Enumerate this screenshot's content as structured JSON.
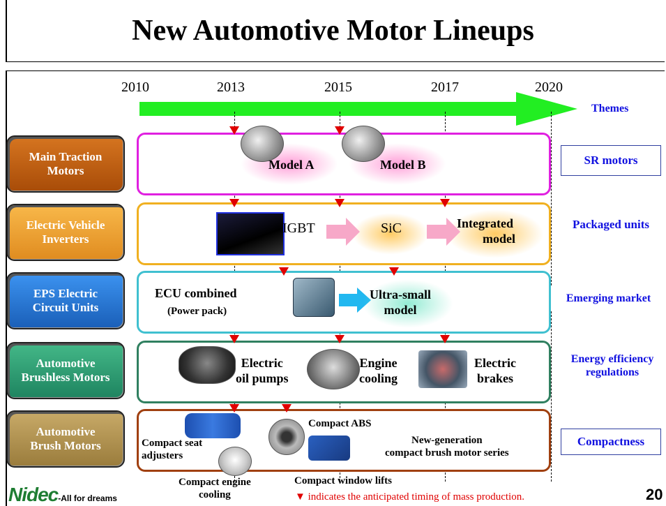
{
  "title": "New Automotive Motor Lineups",
  "timeline": {
    "years": [
      "2010",
      "2013",
      "2015",
      "2017",
      "2020"
    ],
    "themes_header": "Themes"
  },
  "rows": [
    {
      "category": [
        "Main Traction",
        "Motors"
      ],
      "theme": "SR motors",
      "color": "#c06010",
      "band_color": "#e020e0"
    },
    {
      "category": [
        "Electric Vehicle",
        "Inverters"
      ],
      "theme": "Packaged units",
      "color": "#f0a030",
      "band_color": "#f0b020"
    },
    {
      "category": [
        "EPS Electric",
        "Circuit Units"
      ],
      "theme": "Emerging market",
      "color": "#2a7dd8",
      "band_color": "#40c0d0"
    },
    {
      "category": [
        "Automotive",
        "Brushless Motors"
      ],
      "theme": [
        "Energy efficiency",
        "regulations"
      ],
      "color": "#30a070",
      "band_color": "#308060"
    },
    {
      "category": [
        "Automotive",
        "Brush Motors"
      ],
      "theme": "Compactness",
      "color": "#b09050",
      "band_color": "#a04010"
    }
  ],
  "labels": {
    "model_a": "Model A",
    "model_b": "Model B",
    "igbt": "IGBT",
    "sic": "SiC",
    "integrated": [
      "Integrated",
      "model"
    ],
    "ecu_combined": "ECU combined",
    "power_pack": "(Power pack)",
    "ultra_small": [
      "Ultra-small",
      "model"
    ],
    "electric_oil_pumps": [
      "Electric",
      "oil pumps"
    ],
    "engine_cooling": [
      "Engine",
      "cooling"
    ],
    "electric_brakes": [
      "Electric",
      "brakes"
    ],
    "compact_abs": "Compact ABS",
    "compact_seat": [
      "Compact seat",
      "adjusters"
    ],
    "new_gen": [
      "New-generation",
      "compact brush motor series"
    ],
    "compact_engine_cooling": [
      "Compact engine",
      "cooling"
    ],
    "compact_window_lifts": "Compact window lifts"
  },
  "footer": {
    "note": "▼ indicates the anticipated timing of mass production.",
    "page": "20",
    "logo": "Nidec",
    "tagline": "-All for dreams"
  },
  "colors": {
    "arrow": "#22ee22",
    "marker": "#e00000",
    "theme_text": "#1010e0"
  }
}
